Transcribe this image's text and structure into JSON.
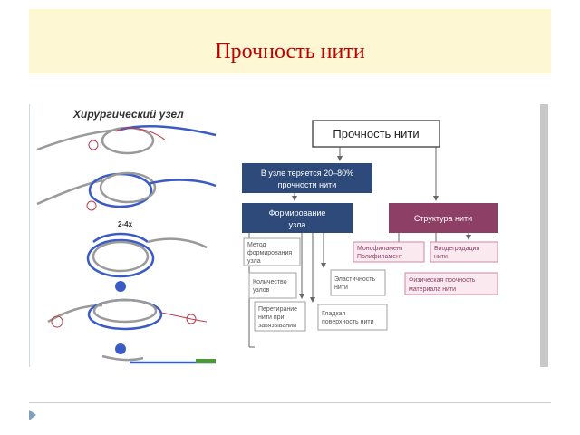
{
  "slide": {
    "title": "Прочность нити"
  },
  "knot_figure": {
    "title": "Хирургический узел",
    "scale_label": "2-4х"
  },
  "diagram": {
    "root": "Прочность нити",
    "loss_box": [
      "В узле теряется 20–80%",
      "прочности нити"
    ],
    "knot_formation": [
      "Формирование",
      "узла"
    ],
    "thread_structure": "Структура нити",
    "knot_factors": {
      "method": [
        "Метод",
        "формирования",
        "узла"
      ],
      "count": [
        "Количество",
        "узлов"
      ],
      "overtightening": [
        "Перетирание",
        "нити при",
        "завязывании"
      ],
      "elasticity": [
        "Эластичность",
        "нити"
      ],
      "smooth_surface": [
        "Гладкая",
        "поверхность нити"
      ]
    },
    "structure_factors": {
      "mono_poly": [
        "Монофиламент",
        "Полифиламент"
      ],
      "biodegradation": [
        "Биодеградация",
        "нити"
      ],
      "physical_strength": [
        "Физическая прочность",
        "материала нити"
      ]
    },
    "colors": {
      "navy": "#2e4a7a",
      "purple": "#8e3f66",
      "grey_box_border": "#a0a0a0",
      "pink_box_fill": "#fbe9f0",
      "pink_box_border": "#c98aa6",
      "thread_blue": "#3a5bc6",
      "thread_grey": "#9a9a9a",
      "thread_red": "#c23a4a"
    }
  }
}
